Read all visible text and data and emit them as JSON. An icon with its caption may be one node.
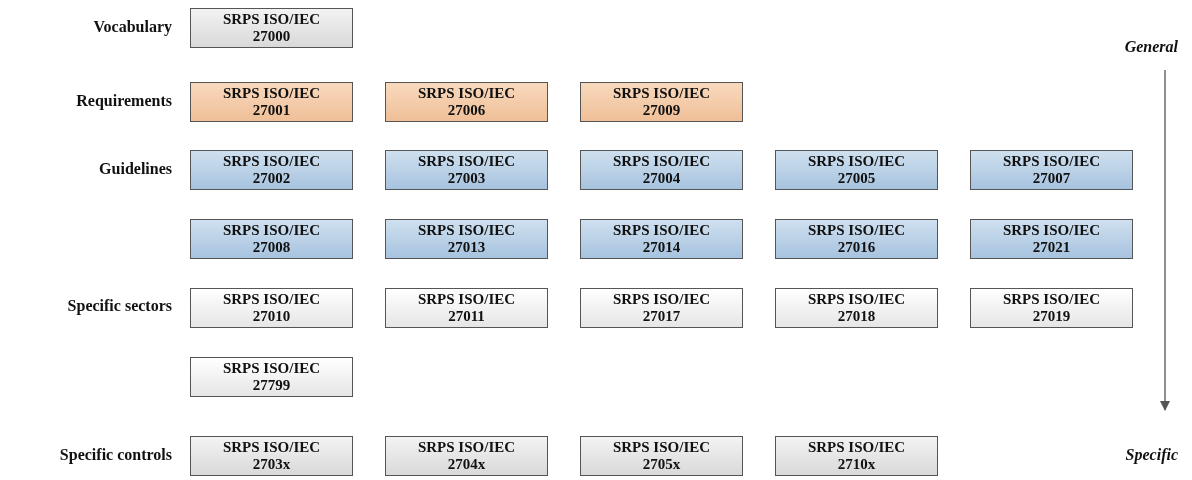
{
  "diagram": {
    "nodes": [
      {
        "text": [
          "SRPS ISO/IEC 27000"
        ]
      },
      {
        "text": [
          "SRPS ISO/IEC 27001"
        ]
      },
      {
        "text": [
          "SRPS ISO/IEC 27006"
        ]
      },
      {
        "text": [
          "SRPS ISO/IEC 27009"
        ]
      },
      {
        "text": [
          "SRPS ISO/IEC 27002"
        ]
      },
      {
        "text": [
          "SRPS ISO/IEC 27003"
        ]
      },
      {
        "text": [
          "SRPS ISO/IEC 27004"
        ]
      },
      {
        "text": [
          "SRPS ISO/IEC 27005"
        ]
      },
      {
        "text": [
          "SRPS ISO/IEC 27007"
        ]
      },
      {
        "text": [
          "SRPS ISO/IEC 27008"
        ]
      },
      {
        "text": [
          "SRPS ISO/IEC 27013"
        ]
      },
      {
        "text": [
          "SRPS ISO/IEC 27014"
        ]
      },
      {
        "text": [
          "SRPS ISO/IEC 27016"
        ]
      },
      {
        "text": [
          "SRPS ISO/IEC 27021"
        ]
      },
      {
        "text": [
          "SRPS ISO/IEC 27010"
        ]
      },
      {
        "text": [
          "SRPS ISO/IEC 27011"
        ]
      },
      {
        "text": [
          "SRPS ISO/IEC 27017"
        ]
      },
      {
        "text": [
          "SRPS ISO/IEC 27018"
        ]
      },
      {
        "text": [
          "SRPS ISO/IEC 27019"
        ]
      },
      {
        "text": [
          "SRPS ISO/IEC 27799"
        ]
      },
      {
        "text": [
          "SRPS ISO/IEC 2703x"
        ]
      },
      {
        "text": [
          "SRPS ISO/IEC 2704x"
        ]
      },
      {
        "text": [
          "SRPS ISO/IEC 2705x"
        ]
      },
      {
        "text": [
          "SRPS ISO/IEC 2710x"
        ]
      }
    ],
    "edges": [],
    "labels": [
      "Vocabulary",
      "General",
      "Requirements",
      "Guidelines",
      "Specific sectors",
      "Specific controls",
      "Specific"
    ]
  }
}
